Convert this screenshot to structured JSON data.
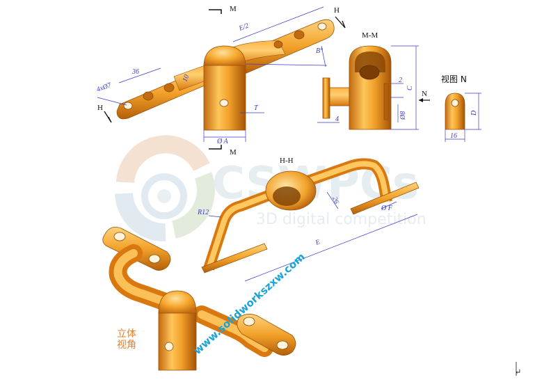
{
  "labels": {
    "section_m_top": "M",
    "section_m_bottom": "M",
    "section_h_left": "H",
    "section_h_right": "H",
    "arrow_n": "N",
    "mm_title": "M-M",
    "hh_title": "H-H",
    "view_n_title": "视图 N",
    "view_3d_line1": "立体",
    "view_3d_line2": "视角",
    "cursor_mark": "↵"
  },
  "dimensions": {
    "e_half": "E/2",
    "b_angle": "B°",
    "len_36": "36",
    "holes": "4xØ7",
    "len_10": "10",
    "t": "T",
    "phi_a": "Ø A",
    "mm_2": "2",
    "mm_c": "C",
    "mm_4": "4",
    "mm_phi8": "Ø8",
    "n_d": "D",
    "n_16": "16",
    "hh_r12": "R12",
    "hh_26": "26",
    "hh_phi_f": "Ø F",
    "hh_e": "E"
  },
  "watermark": {
    "big": "CSWPCs",
    "small": "3D digital competition",
    "url": "www.solidworkszxw.com"
  },
  "colors": {
    "part_orange": "#f2a22a",
    "part_dark": "#b45f0a",
    "part_light": "#ffd27a",
    "dimension_blue": "#3a3ad0",
    "url_blue": "#1aa3d9",
    "label_orange": "#e37f2a"
  }
}
